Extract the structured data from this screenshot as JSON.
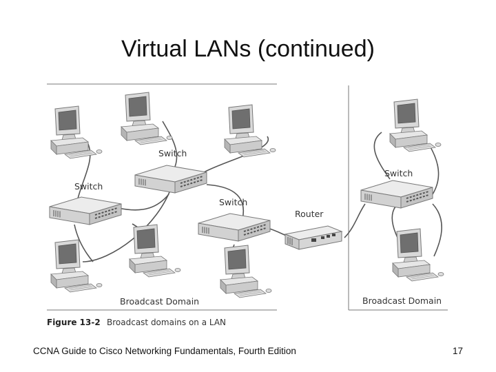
{
  "slide": {
    "title": "Virtual LANs (continued)",
    "footer": "CCNA Guide to Cisco Networking Fundamentals, Fourth Edition",
    "page_number": "17"
  },
  "figure": {
    "number": "Figure 13-2",
    "caption": "Broadcast domains on a LAN",
    "labels": {
      "switch_top": "Switch",
      "switch_left": "Switch",
      "switch_middle": "Switch",
      "switch_right": "Switch",
      "router": "Router",
      "domain_left": "Broadcast Domain",
      "domain_right": "Broadcast Domain"
    }
  }
}
